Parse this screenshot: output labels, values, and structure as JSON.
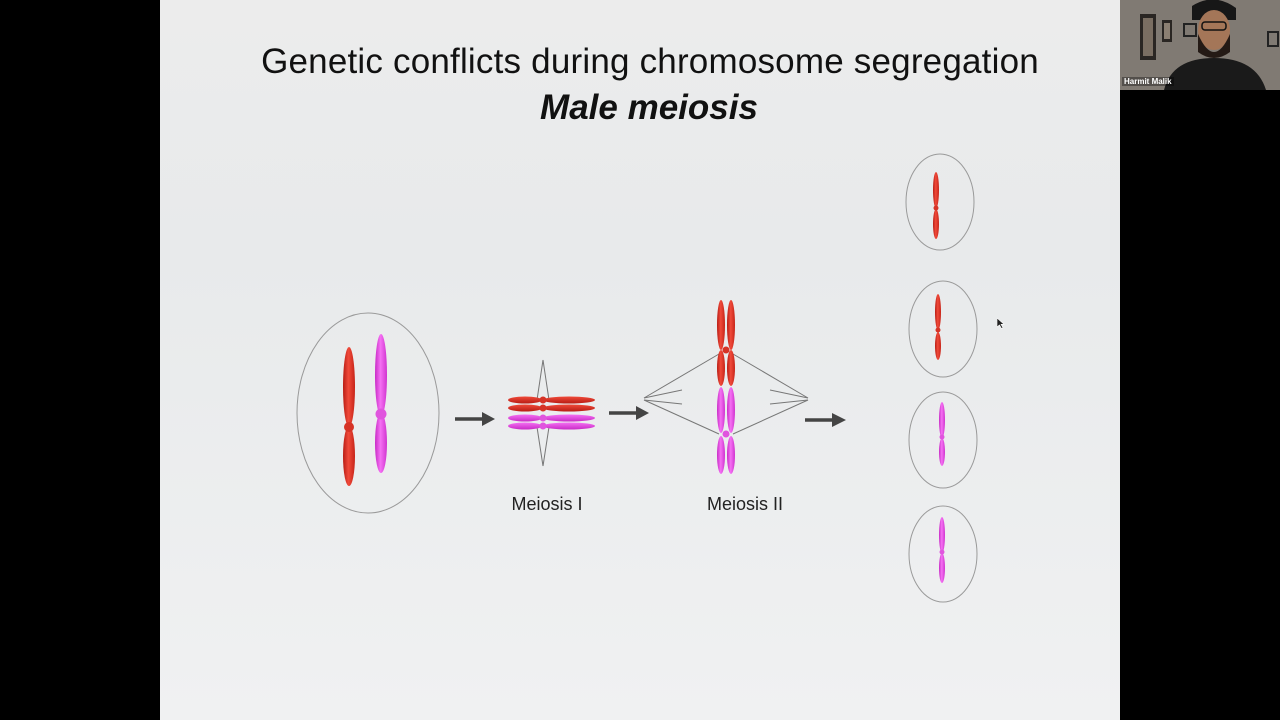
{
  "slide": {
    "title": "Genetic conflicts during chromosome segregation",
    "subtitle": "Male meiosis",
    "stages": [
      {
        "label": "Meiosis I"
      },
      {
        "label": "Meiosis II"
      }
    ],
    "colors": {
      "red_chromosome": "#e8392c",
      "pink_chromosome": "#e94be8",
      "arrow": "#444444",
      "cell_outline": "#9a9a9a"
    }
  },
  "webcam": {
    "participant_name": "Harmit Malik"
  }
}
